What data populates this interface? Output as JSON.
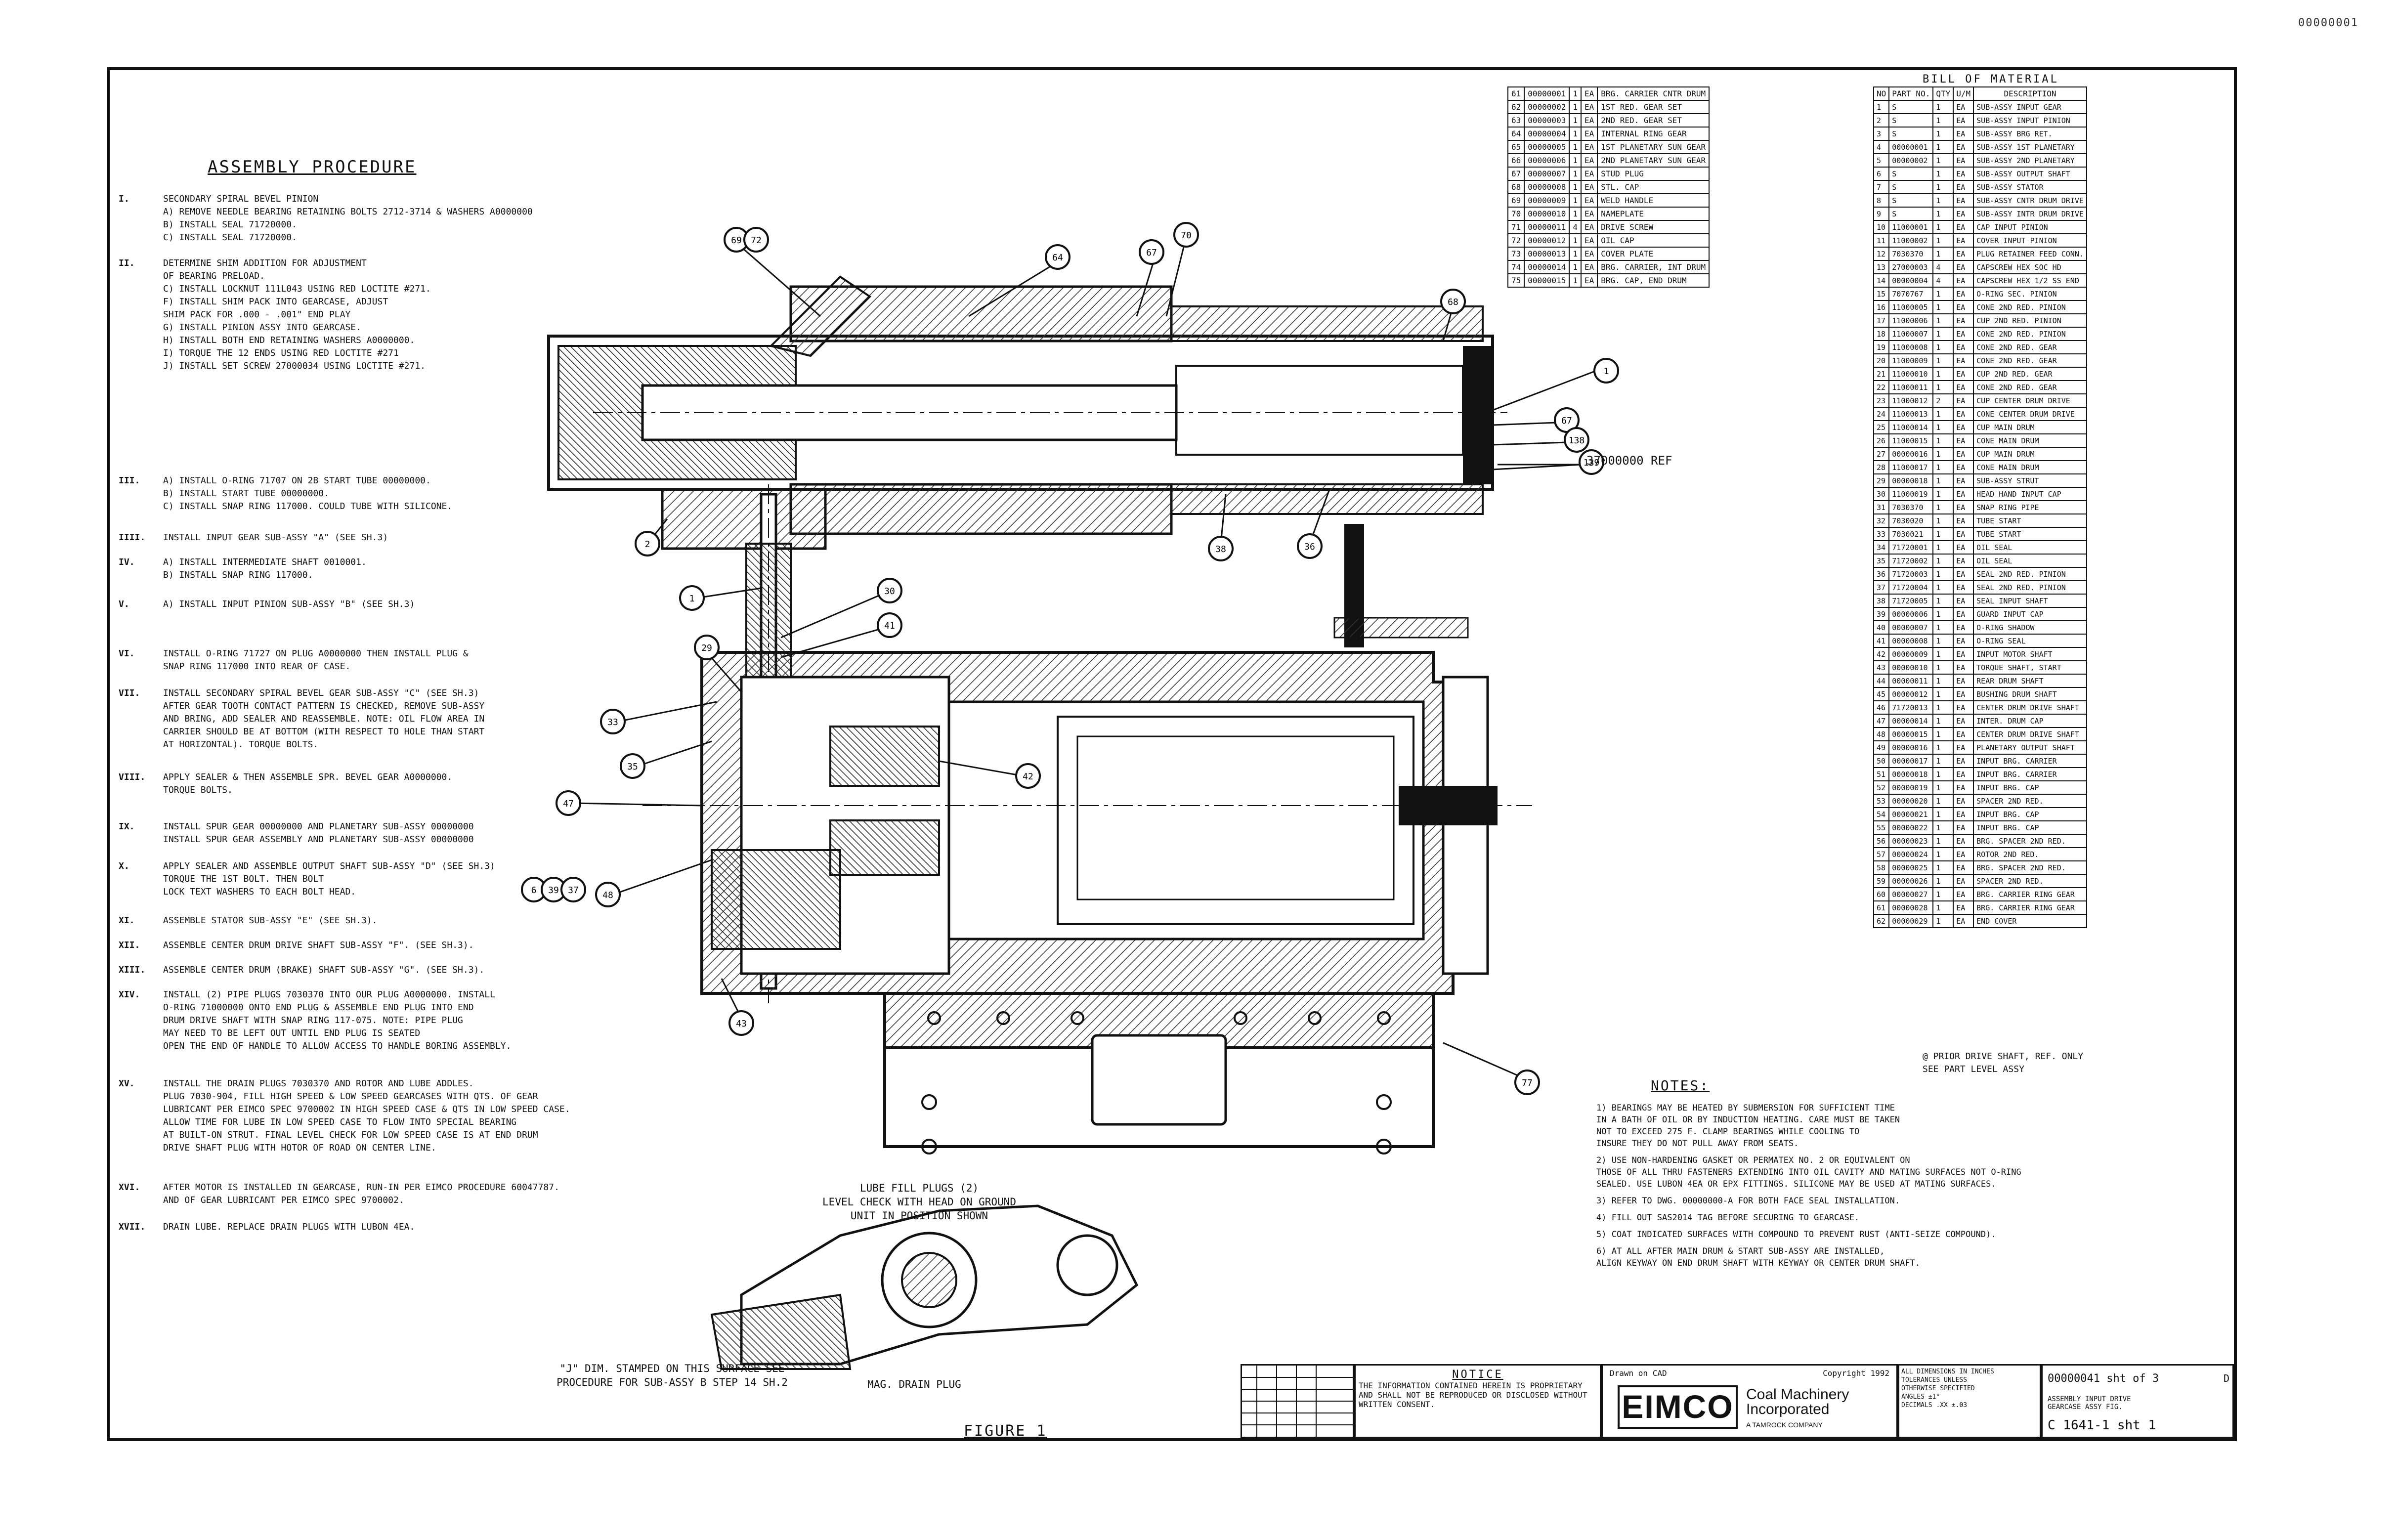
{
  "corner_id": "00000001",
  "procedure": {
    "title": "ASSEMBLY PROCEDURE",
    "steps": [
      {
        "num": "I.",
        "text": "SECONDARY SPIRAL BEVEL PINION\nA) REMOVE NEEDLE BEARING RETAINING BOLTS 2712-3714 & WASHERS A0000000\nB) INSTALL SEAL 71720000.\nC) INSTALL SEAL 71720000."
      },
      {
        "num": "II.",
        "text": "DETERMINE SHIM ADDITION FOR ADJUSTMENT\nOF BEARING PRELOAD.\nC) INSTALL LOCKNUT 111L043 USING RED LOCTITE #271.\nF) INSTALL SHIM PACK INTO GEARCASE, ADJUST\nSHIM PACK FOR .000 - .001\" END PLAY\nG) INSTALL PINION ASSY INTO GEARCASE.\nH) INSTALL BOTH END RETAINING WASHERS A0000000.\nI) TORQUE THE 12 ENDS USING RED LOCTITE #271\nJ) INSTALL SET SCREW 27000034 USING LOCTITE #271."
      },
      {
        "num": "III.",
        "text": "A) INSTALL O-RING 71707 ON 2B START TUBE 00000000.\nB) INSTALL START TUBE 00000000.\nC) INSTALL SNAP RING 117000. COULD TUBE WITH SILICONE."
      },
      {
        "num": "IIII.",
        "text": "INSTALL INPUT GEAR SUB-ASSY \"A\" (SEE SH.3)"
      },
      {
        "num": "IV.",
        "text": "A) INSTALL INTERMEDIATE SHAFT 0010001.\nB) INSTALL SNAP RING 117000."
      },
      {
        "num": "V.",
        "text": "A) INSTALL INPUT PINION SUB-ASSY \"B\" (SEE SH.3)"
      },
      {
        "num": "VI.",
        "text": "INSTALL O-RING 71727 ON PLUG A0000000 THEN INSTALL PLUG &\nSNAP RING 117000 INTO REAR OF CASE."
      },
      {
        "num": "VII.",
        "text": "INSTALL SECONDARY SPIRAL BEVEL GEAR SUB-ASSY \"C\" (SEE SH.3)\nAFTER GEAR TOOTH CONTACT PATTERN IS CHECKED, REMOVE SUB-ASSY\nAND BRING, ADD SEALER AND REASSEMBLE. NOTE: OIL FLOW AREA IN\nCARRIER SHOULD BE AT BOTTOM (WITH RESPECT TO HOLE THAN START\nAT HORIZONTAL). TORQUE BOLTS."
      },
      {
        "num": "VIII.",
        "text": "APPLY SEALER & THEN ASSEMBLE SPR. BEVEL GEAR A0000000.\nTORQUE BOLTS."
      },
      {
        "num": "IX.",
        "text": "INSTALL SPUR GEAR 00000000 AND PLANETARY SUB-ASSY 00000000\nINSTALL SPUR GEAR ASSEMBLY AND PLANETARY SUB-ASSY 00000000"
      },
      {
        "num": "X.",
        "text": "APPLY SEALER AND ASSEMBLE OUTPUT SHAFT SUB-ASSY \"D\" (SEE SH.3)\nTORQUE THE 1ST BOLT. THEN BOLT\nLOCK TEXT WASHERS TO EACH BOLT HEAD."
      },
      {
        "num": "XI.",
        "text": "ASSEMBLE STATOR SUB-ASSY \"E\" (SEE SH.3)."
      },
      {
        "num": "XII.",
        "text": "ASSEMBLE CENTER DRUM DRIVE SHAFT SUB-ASSY \"F\". (SEE SH.3)."
      },
      {
        "num": "XIII.",
        "text": "ASSEMBLE CENTER DRUM (BRAKE) SHAFT SUB-ASSY \"G\". (SEE SH.3)."
      },
      {
        "num": "XIV.",
        "text": "INSTALL (2) PIPE PLUGS 7030370 INTO OUR PLUG A0000000. INSTALL\nO-RING 71000000 ONTO END PLUG & ASSEMBLE END PLUG INTO END\nDRUM DRIVE SHAFT WITH SNAP RING 117-075. NOTE: PIPE PLUG\nMAY NEED TO BE LEFT OUT UNTIL END PLUG IS SEATED\nOPEN THE END OF HANDLE TO ALLOW ACCESS TO HANDLE BORING ASSEMBLY."
      },
      {
        "num": "XV.",
        "text": "INSTALL THE DRAIN PLUGS 7030370 AND ROTOR AND LUBE ADDLES.\nPLUG 7030-904, FILL HIGH SPEED & LOW SPEED GEARCASES WITH   QTS. OF GEAR\nLUBRICANT PER EIMCO SPEC 9700002 IN HIGH SPEED CASE & QTS IN LOW SPEED CASE.\nALLOW TIME FOR LUBE IN LOW SPEED CASE TO FLOW INTO SPECIAL BEARING\nAT BUILT-ON STRUT. FINAL LEVEL CHECK FOR LOW SPEED CASE IS AT END DRUM\nDRIVE SHAFT PLUG WITH HOTOR OF ROAD ON CENTER LINE."
      },
      {
        "num": "XVI.",
        "text": "AFTER MOTOR IS INSTALLED IN GEARCASE, RUN-IN PER EIMCO PROCEDURE 60047787.\nAND OF GEAR LUBRICANT PER EIMCO SPEC 9700002."
      },
      {
        "num": "XVII.",
        "text": "DRAIN LUBE. REPLACE DRAIN PLUGS WITH LUBON 4EA."
      }
    ]
  },
  "bom_left": [
    [
      "61",
      "00000001",
      "1",
      "EA",
      "BRG. CARRIER CNTR DRUM"
    ],
    [
      "62",
      "00000002",
      "1",
      "EA",
      "1ST RED. GEAR SET"
    ],
    [
      "63",
      "00000003",
      "1",
      "EA",
      "2ND RED. GEAR SET"
    ],
    [
      "64",
      "00000004",
      "1",
      "EA",
      "INTERNAL RING GEAR"
    ],
    [
      "65",
      "00000005",
      "1",
      "EA",
      "1ST PLANETARY SUN GEAR"
    ],
    [
      "66",
      "00000006",
      "1",
      "EA",
      "2ND PLANETARY SUN GEAR"
    ],
    [
      "67",
      "00000007",
      "1",
      "EA",
      "STUD PLUG"
    ],
    [
      "68",
      "00000008",
      "1",
      "EA",
      "STL. CAP"
    ],
    [
      "69",
      "00000009",
      "1",
      "EA",
      "WELD HANDLE"
    ],
    [
      "70",
      "00000010",
      "1",
      "EA",
      "NAMEPLATE"
    ],
    [
      "71",
      "00000011",
      "4",
      "EA",
      "DRIVE SCREW"
    ],
    [
      "72",
      "00000012",
      "1",
      "EA",
      "OIL CAP"
    ],
    [
      "73",
      "00000013",
      "1",
      "EA",
      "COVER PLATE"
    ],
    [
      "74",
      "00000014",
      "1",
      "EA",
      "BRG. CARRIER, INT DRUM"
    ],
    [
      "75",
      "00000015",
      "1",
      "EA",
      "BRG. CAP, END DRUM"
    ]
  ],
  "bom": {
    "title": "BILL OF MATERIAL",
    "headers": [
      "NO",
      "PART NO.",
      "QTY",
      "U/M",
      "DESCRIPTION"
    ],
    "rows": [
      [
        "1",
        "S",
        "1",
        "EA",
        "SUB-ASSY INPUT GEAR"
      ],
      [
        "2",
        "S",
        "1",
        "EA",
        "SUB-ASSY INPUT PINION"
      ],
      [
        "3",
        "S",
        "1",
        "EA",
        "SUB-ASSY BRG RET."
      ],
      [
        "4",
        "00000001",
        "1",
        "EA",
        "SUB-ASSY 1ST PLANETARY"
      ],
      [
        "5",
        "00000002",
        "1",
        "EA",
        "SUB-ASSY 2ND PLANETARY"
      ],
      [
        "6",
        "S",
        "1",
        "EA",
        "SUB-ASSY OUTPUT SHAFT"
      ],
      [
        "7",
        "S",
        "1",
        "EA",
        "SUB-ASSY STATOR"
      ],
      [
        "8",
        "S",
        "1",
        "EA",
        "SUB-ASSY CNTR DRUM DRIVE"
      ],
      [
        "9",
        "S",
        "1",
        "EA",
        "SUB-ASSY INTR DRUM DRIVE"
      ],
      [
        "10",
        "11000001",
        "1",
        "EA",
        "CAP INPUT PINION"
      ],
      [
        "11",
        "11000002",
        "1",
        "EA",
        "COVER INPUT PINION"
      ],
      [
        "12",
        "7030370",
        "1",
        "EA",
        "PLUG RETAINER FEED CONN."
      ],
      [
        "13",
        "27000003",
        "4",
        "EA",
        "CAPSCREW HEX SOC HD"
      ],
      [
        "14",
        "00000004",
        "4",
        "EA",
        "CAPSCREW HEX 1/2 SS END"
      ],
      [
        "15",
        "7070767",
        "1",
        "EA",
        "O-RING SEC. PINION"
      ],
      [
        "16",
        "11000005",
        "1",
        "EA",
        "CONE 2ND RED. PINION"
      ],
      [
        "17",
        "11000006",
        "1",
        "EA",
        "CUP 2ND RED. PINION"
      ],
      [
        "18",
        "11000007",
        "1",
        "EA",
        "CONE 2ND RED. PINION"
      ],
      [
        "19",
        "11000008",
        "1",
        "EA",
        "CONE 2ND RED. GEAR"
      ],
      [
        "20",
        "11000009",
        "1",
        "EA",
        "CONE 2ND RED. GEAR"
      ],
      [
        "21",
        "11000010",
        "1",
        "EA",
        "CUP 2ND RED. GEAR"
      ],
      [
        "22",
        "11000011",
        "1",
        "EA",
        "CONE 2ND RED. GEAR"
      ],
      [
        "23",
        "11000012",
        "2",
        "EA",
        "CUP CENTER DRUM DRIVE"
      ],
      [
        "24",
        "11000013",
        "1",
        "EA",
        "CONE CENTER DRUM DRIVE"
      ],
      [
        "25",
        "11000014",
        "1",
        "EA",
        "CUP MAIN DRUM"
      ],
      [
        "26",
        "11000015",
        "1",
        "EA",
        "CONE MAIN DRUM"
      ],
      [
        "27",
        "00000016",
        "1",
        "EA",
        "CUP MAIN DRUM"
      ],
      [
        "28",
        "11000017",
        "1",
        "EA",
        "CONE MAIN DRUM"
      ],
      [
        "29",
        "00000018",
        "1",
        "EA",
        "SUB-ASSY STRUT"
      ],
      [
        "30",
        "11000019",
        "1",
        "EA",
        "HEAD HAND INPUT CAP"
      ],
      [
        "31",
        "7030370",
        "1",
        "EA",
        "SNAP RING PIPE"
      ],
      [
        "32",
        "7030020",
        "1",
        "EA",
        "TUBE START"
      ],
      [
        "33",
        "7030021",
        "1",
        "EA",
        "TUBE START"
      ],
      [
        "34",
        "71720001",
        "1",
        "EA",
        "OIL SEAL"
      ],
      [
        "35",
        "71720002",
        "1",
        "EA",
        "OIL SEAL"
      ],
      [
        "36",
        "71720003",
        "1",
        "EA",
        "SEAL 2ND RED. PINION"
      ],
      [
        "37",
        "71720004",
        "1",
        "EA",
        "SEAL 2ND RED. PINION"
      ],
      [
        "38",
        "71720005",
        "1",
        "EA",
        "SEAL INPUT SHAFT"
      ],
      [
        "39",
        "00000006",
        "1",
        "EA",
        "GUARD INPUT CAP"
      ],
      [
        "40",
        "00000007",
        "1",
        "EA",
        "O-RING SHADOW"
      ],
      [
        "41",
        "00000008",
        "1",
        "EA",
        "O-RING SEAL"
      ],
      [
        "42",
        "00000009",
        "1",
        "EA",
        "INPUT MOTOR SHAFT"
      ],
      [
        "43",
        "00000010",
        "1",
        "EA",
        "TORQUE SHAFT, START"
      ],
      [
        "44",
        "00000011",
        "1",
        "EA",
        "REAR DRUM SHAFT"
      ],
      [
        "45",
        "00000012",
        "1",
        "EA",
        "BUSHING DRUM SHAFT"
      ],
      [
        "46",
        "71720013",
        "1",
        "EA",
        "CENTER DRUM DRIVE SHAFT"
      ],
      [
        "47",
        "00000014",
        "1",
        "EA",
        "INTER. DRUM CAP"
      ],
      [
        "48",
        "00000015",
        "1",
        "EA",
        "CENTER DRUM DRIVE SHAFT"
      ],
      [
        "49",
        "00000016",
        "1",
        "EA",
        "PLANETARY OUTPUT SHAFT"
      ],
      [
        "50",
        "00000017",
        "1",
        "EA",
        "INPUT BRG. CARRIER"
      ],
      [
        "51",
        "00000018",
        "1",
        "EA",
        "INPUT BRG. CARRIER"
      ],
      [
        "52",
        "00000019",
        "1",
        "EA",
        "INPUT BRG. CAP"
      ],
      [
        "53",
        "00000020",
        "1",
        "EA",
        "SPACER 2ND RED."
      ],
      [
        "54",
        "00000021",
        "1",
        "EA",
        "INPUT BRG. CAP"
      ],
      [
        "55",
        "00000022",
        "1",
        "EA",
        "INPUT BRG. CAP"
      ],
      [
        "56",
        "00000023",
        "1",
        "EA",
        "BRG. SPACER 2ND RED."
      ],
      [
        "57",
        "00000024",
        "1",
        "EA",
        "ROTOR 2ND RED."
      ],
      [
        "58",
        "00000025",
        "1",
        "EA",
        "BRG. SPACER 2ND RED."
      ],
      [
        "59",
        "00000026",
        "1",
        "EA",
        "SPACER 2ND RED."
      ],
      [
        "60",
        "00000027",
        "1",
        "EA",
        "BRG. CARRIER RING GEAR"
      ],
      [
        "61",
        "00000028",
        "1",
        "EA",
        "BRG. CARRIER RING GEAR"
      ],
      [
        "62",
        "00000029",
        "1",
        "EA",
        "END COVER"
      ]
    ],
    "note": "@ PRIOR DRIVE SHAFT, REF. ONLY\nSEE PART LEVEL ASSY"
  },
  "notes": {
    "title": "NOTES:",
    "items": [
      "1) BEARINGS MAY BE HEATED BY SUBMERSION FOR SUFFICIENT TIME\nIN A BATH OF OIL OR BY INDUCTION HEATING. CARE MUST BE TAKEN\nNOT TO EXCEED 275 F. CLAMP BEARINGS WHILE COOLING TO\nINSURE THEY DO NOT PULL AWAY FROM SEATS.",
      "2) USE NON-HARDENING GASKET OR PERMATEX NO. 2 OR EQUIVALENT ON\nTHOSE OF ALL THRU FASTENERS EXTENDING INTO OIL CAVITY AND MATING SURFACES NOT O-RING\nSEALED. USE LUBON 4EA OR EPX FITTINGS. SILICONE MAY BE USED AT MATING SURFACES.",
      "3) REFER TO DWG. 00000000-A FOR BOTH FACE SEAL INSTALLATION.",
      "4) FILL OUT SAS2014 TAG BEFORE SECURING TO GEARCASE.",
      "5) COAT INDICATED SURFACES WITH COMPOUND TO PREVENT RUST (ANTI-SEIZE COMPOUND).",
      "6) AT ALL AFTER MAIN DRUM & START SUB-ASSY ARE INSTALLED,\nALIGN KEYWAY ON END DRUM SHAFT WITH KEYWAY OR CENTER DRUM SHAFT."
    ]
  },
  "annotations": {
    "ref": "37000000 REF",
    "lube_fill": "LUBE FILL PLUGS (2)\nLEVEL CHECK WITH HEAD ON GROUND\nUNIT IN POSITION SHOWN",
    "stamp": "\"J\" DIM. STAMPED ON THIS SURFACE SEE\nPROCEDURE FOR SUB-ASSY B STEP 14 SH.2",
    "drain": "MAG. DRAIN PLUG",
    "figure": "FIGURE 1"
  },
  "callouts": [
    "69",
    "72",
    "64",
    "67",
    "70",
    "68",
    "1",
    "67",
    "138",
    "139",
    "2",
    "1",
    "30",
    "41",
    "29",
    "33",
    "35",
    "47",
    "42",
    "48",
    "43",
    "38",
    "36",
    "6",
    "77",
    "39",
    "37"
  ],
  "title_block": {
    "notice_title": "NOTICE",
    "notice_text": "THE INFORMATION CONTAINED HEREIN IS PROPRIETARY AND SHALL NOT BE REPRODUCED OR DISCLOSED WITHOUT WRITTEN CONSENT.",
    "drawn": "Drawn on CAD",
    "copyright": "Copyright 1992",
    "brand": "EIMCO",
    "company": "Coal Machinery\nIncorporated",
    "company_sub": "A TAMROCK COMPANY",
    "info": "ALL DIMENSIONS IN INCHES\nTOLERANCES UNLESS\nOTHERWISE SPECIFIED\nANGLES ±1°\nDECIMALS .XX ±.03",
    "dwg_no": "00000041 sht of 3",
    "dwg_title": "ASSEMBLY INPUT DRIVE\nGEARCASE ASSY FIG.",
    "dwg_bottom": "C 1641-1 sht 1",
    "sheet": "D"
  }
}
